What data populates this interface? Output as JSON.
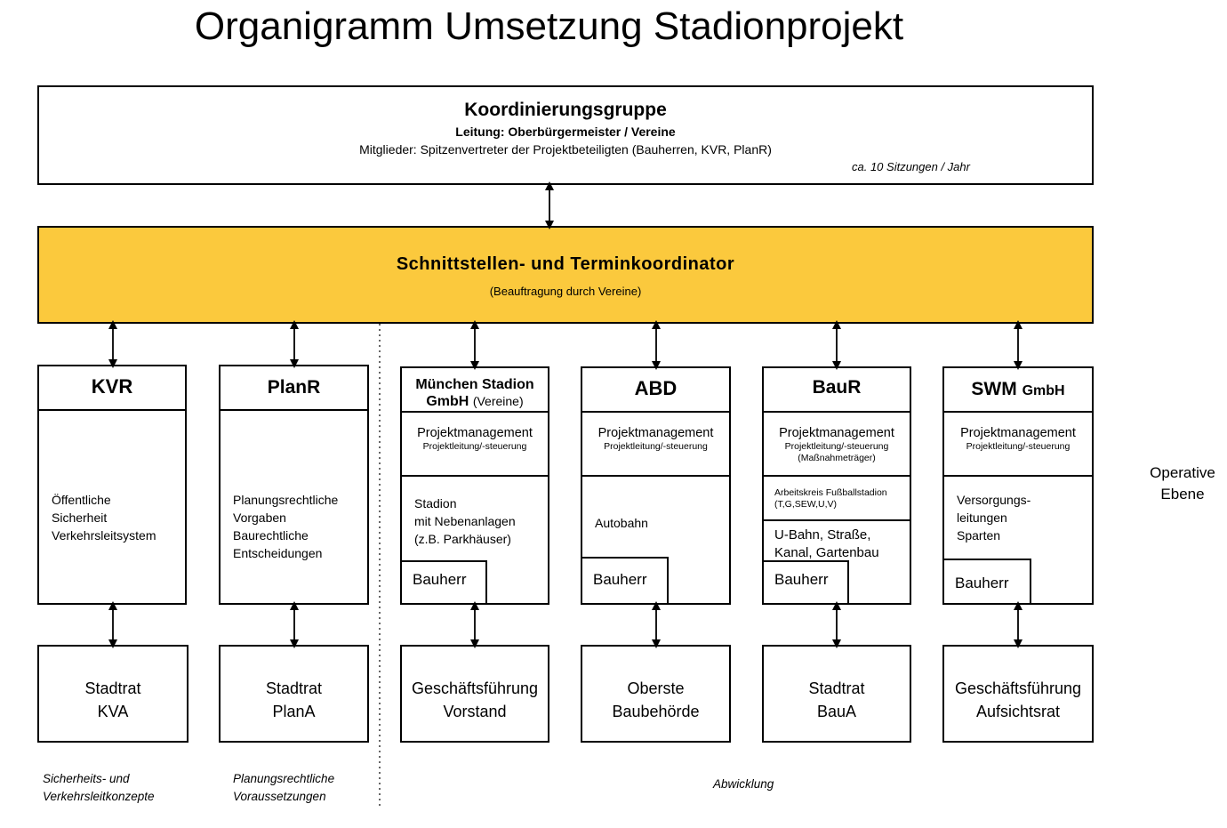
{
  "title": "Organigramm Umsetzung Stadionprojekt",
  "koordinierungsgruppe": {
    "title": "Koordinierungsgruppe",
    "leitung": "Leitung: Oberbürgermeister / Vereine",
    "mitglieder": "Mitglieder: Spitzenvertreter der Projektbeteiligten (Bauherren, KVR, PlanR)",
    "sitzungen": "ca. 10 Sitzungen / Jahr"
  },
  "koordinator": {
    "title": "Schnittstellen- und Terminkoordinator",
    "subtitle": "(Beauftragung durch Vereine)"
  },
  "side_label": "Operative\nEbene",
  "bauherr_label": "Bauherr",
  "columns": [
    {
      "head": "KVR",
      "body": "Öffentliche\nSicherheit\nVerkehrsleitsystem",
      "lower": "Stadtrat\nKVA",
      "footer": "Sicherheits- und\nVerkehrsleitkonzepte"
    },
    {
      "head": "PlanR",
      "body": "Planungsrechtliche\nVorgaben\nBaurechtliche\nEntscheidungen",
      "lower": "Stadtrat\nPlanA",
      "footer": "Planungsrechtliche\nVoraussetzungen"
    },
    {
      "head_line1": "München Stadion",
      "head_line2": "GmbH",
      "head_suffix": "(Vereine)",
      "pm_title": "Projektmanagement",
      "pm_sub": "Projektleitung/-steuerung",
      "body": "Stadion\nmit Nebenanlagen\n(z.B. Parkhäuser)",
      "lower": "Geschäftsführung\nVorstand"
    },
    {
      "head": "ABD",
      "pm_title": "Projektmanagement",
      "pm_sub": "Projektleitung/-steuerung",
      "body": "Autobahn",
      "lower": "Oberste\nBaubehörde"
    },
    {
      "head": "BauR",
      "pm_title": "Projektmanagement",
      "pm_sub": "Projektleitung/-steuerung\n(Maßnahmeträger)",
      "ak": "Arbeitskreis Fußballstadion\n(T,G,SEW,U,V)",
      "body": "U-Bahn, Straße,\nKanal, Gartenbau",
      "lower": "Stadtrat\nBauA"
    },
    {
      "head": "SWM",
      "head_suffix": "GmbH",
      "pm_title": "Projektmanagement",
      "pm_sub": "Projektleitung/-steuerung",
      "body": "Versorgungs-\nleitungen\nSparten",
      "lower": "Geschäftsführung\nAufsichtsrat"
    }
  ],
  "footer_abwicklung": "Abwicklung"
}
